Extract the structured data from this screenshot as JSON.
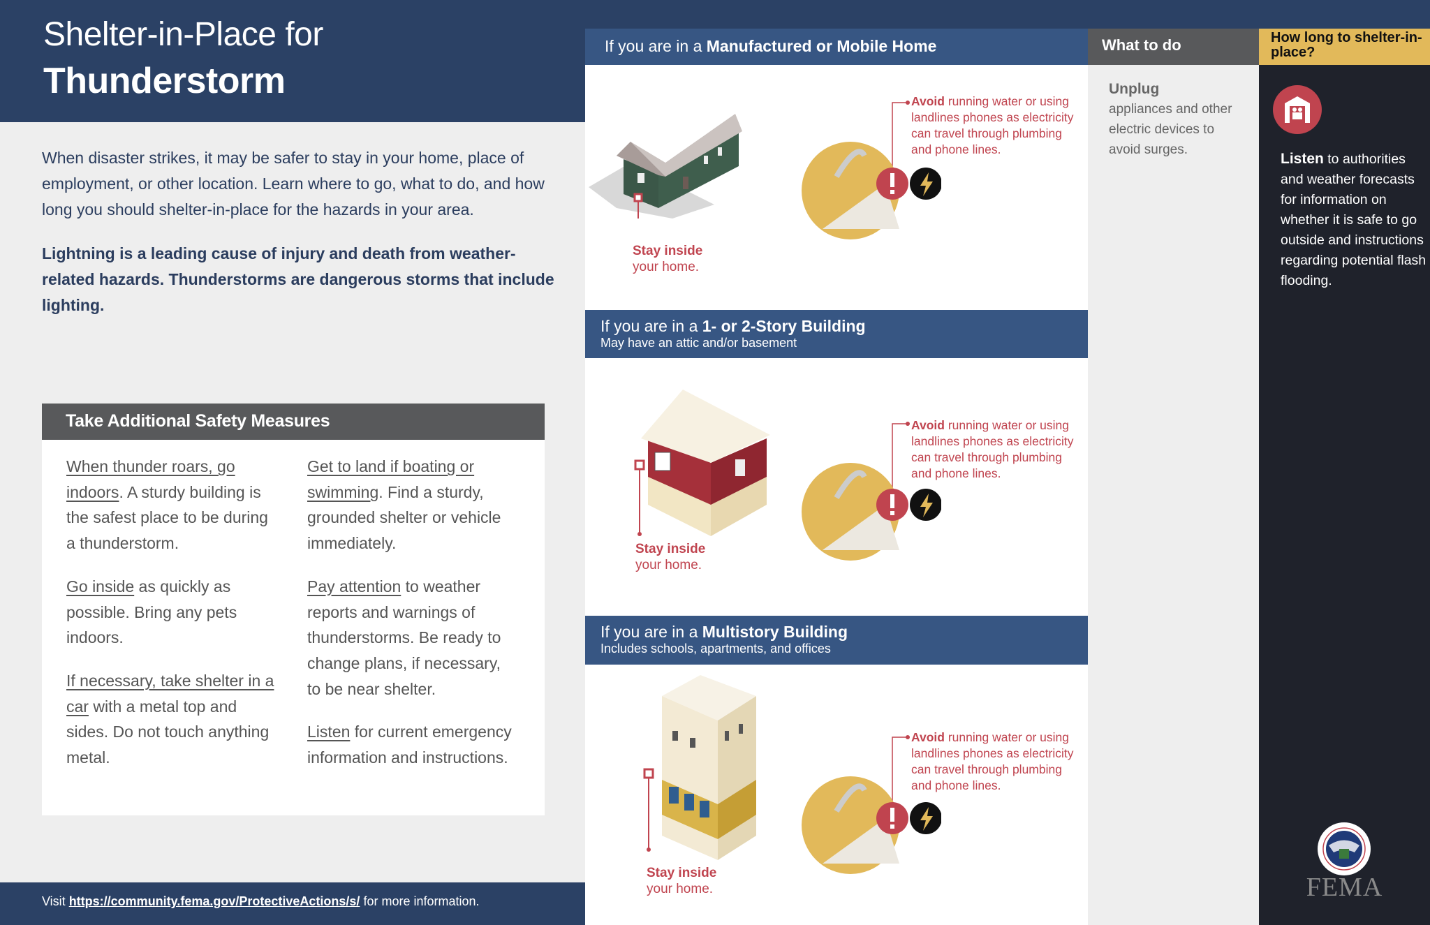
{
  "header": {
    "title_line1": "Shelter-in-Place for",
    "title_line2": "Thunderstorm"
  },
  "intro": {
    "paragraph": "When disaster strikes, it may be safer to stay in your home, place of employment, or other location. Learn where to go, what to do, and how long you should shelter-in-place for the hazards in your area.",
    "bold_paragraph": "Lightning is a leading cause of injury and death from weather-related hazards. Thunderstorms are dangerous storms that include lighting."
  },
  "safety": {
    "title": "Take Additional Safety Measures",
    "col1": [
      {
        "link": "When thunder roars, go indoors",
        "text": ". A sturdy building is the safest place to be during a thunderstorm."
      },
      {
        "link": "Go inside",
        "text": " as quickly as possible. Bring any pets indoors."
      },
      {
        "link": "If necessary, take shelter in a car",
        "text": " with a metal top and sides. Do not touch anything metal."
      }
    ],
    "col2": [
      {
        "link": "Get to land if boating or swimming",
        "text": ". Find a sturdy, grounded shelter or vehicle immediately."
      },
      {
        "link": "Pay attention",
        "text": " to weather reports and warnings of thunderstorms. Be ready to change plans, if necessary, to be near shelter."
      },
      {
        "link": "Listen",
        "text": " for current emergency information and instructions."
      }
    ]
  },
  "footer": {
    "prefix": "Visit ",
    "link": "https://community.fema.gov/ProtectiveActions/s/",
    "suffix": " for more information."
  },
  "sections": [
    {
      "prefix": "If you are in a ",
      "type": "Manufactured or Mobile Home",
      "subtitle": "",
      "stay_bold": "Stay inside",
      "stay_rest": "your home.",
      "avoid_bold": "Avoid",
      "avoid_rest": " running water or using landlines phones as electricity can travel through plumbing and phone lines."
    },
    {
      "prefix": "If you are in a ",
      "type": "1- or 2-Story Building",
      "subtitle": "May have an attic and/or basement",
      "stay_bold": "Stay inside",
      "stay_rest": "your home.",
      "avoid_bold": "Avoid",
      "avoid_rest": " running water or using landlines phones as electricity can travel through plumbing and phone lines."
    },
    {
      "prefix": "If you are in a ",
      "type": "Multistory Building",
      "subtitle": "Includes schools, apartments, and offices",
      "stay_bold": "Stay inside",
      "stay_rest": "your home.",
      "avoid_bold": "Avoid",
      "avoid_rest": " running water or using landlines phones as electricity can travel through plumbing and phone lines."
    }
  ],
  "what_to_do": {
    "title": "What to do",
    "bold": "Unplug",
    "text": "appliances and other electric devices to avoid surges."
  },
  "how_long": {
    "title": "How long to shelter-in-place?",
    "bold": "Listen",
    "text": " to authorities and weather forecasts for information on whether it is safe to go outside and instructions regarding potential flash flooding.",
    "logo_text": "FEMA",
    "icon": "shelter-icon"
  },
  "colors": {
    "navy": "#2b4165",
    "section_blue": "#375683",
    "gray_header": "#58595b",
    "gold": "#e2b95a",
    "dark": "#1f222b",
    "red": "#c0444f"
  }
}
